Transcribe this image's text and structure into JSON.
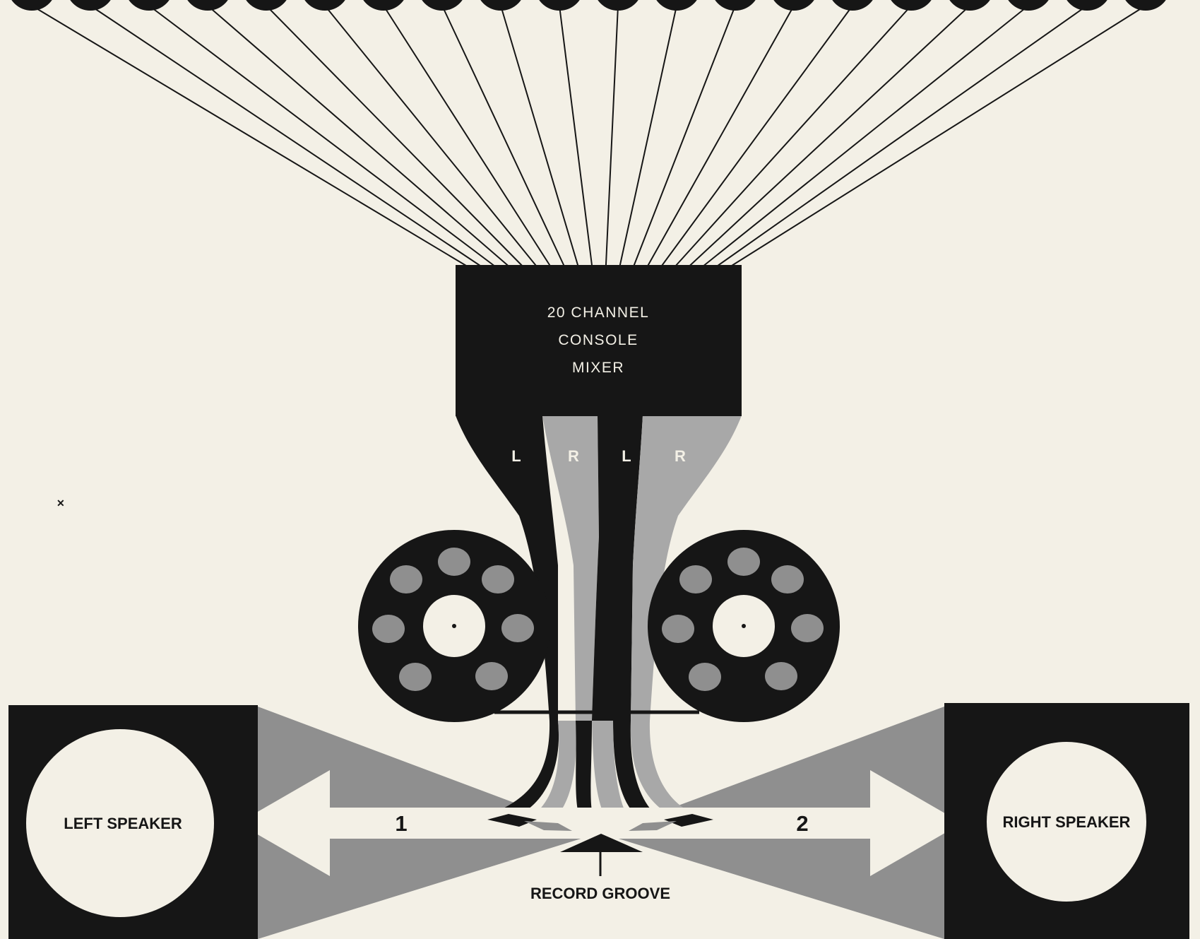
{
  "colors": {
    "paper": "#f3f0e6",
    "ink": "#161616",
    "gray": "#8f8f8f",
    "light_gray": "#a8a8a8"
  },
  "microphones": {
    "count": 20
  },
  "mixer": {
    "line1": "20 CHANNEL",
    "line2": "CONSOLE",
    "line3": "MIXER"
  },
  "channels": [
    "L",
    "R",
    "L",
    "R"
  ],
  "left_speaker": {
    "label": "LEFT SPEAKER"
  },
  "right_speaker": {
    "label": "RIGHT SPEAKER"
  },
  "arrows": {
    "left_number": "1",
    "right_number": "2"
  },
  "record_groove": {
    "label": "RECORD GROOVE"
  }
}
